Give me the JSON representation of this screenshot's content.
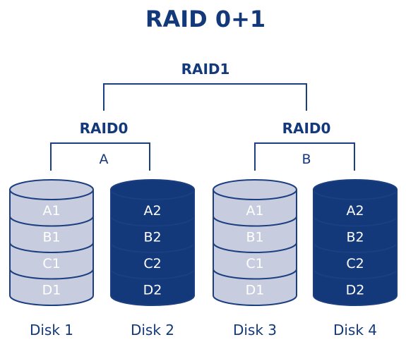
{
  "title": "RAID 0+1",
  "mirror_label": "RAID1",
  "stripes": [
    {
      "label": "RAID0",
      "group": "A"
    },
    {
      "label": "RAID0",
      "group": "B"
    }
  ],
  "disks": [
    {
      "name": "Disk 1",
      "style": "light",
      "blocks": [
        "A1",
        "B1",
        "C1",
        "D1"
      ]
    },
    {
      "name": "Disk 2",
      "style": "dark",
      "blocks": [
        "A2",
        "B2",
        "C2",
        "D2"
      ]
    },
    {
      "name": "Disk 3",
      "style": "light",
      "blocks": [
        "A1",
        "B1",
        "C1",
        "D1"
      ]
    },
    {
      "name": "Disk 4",
      "style": "dark",
      "blocks": [
        "A2",
        "B2",
        "C2",
        "D2"
      ]
    }
  ],
  "colors": {
    "outline": "#1b3f80",
    "light_fill": "#c8ccdf",
    "light_text": "#ffffff",
    "dark_fill": "#13397b",
    "dark_text": "#ffffff"
  }
}
